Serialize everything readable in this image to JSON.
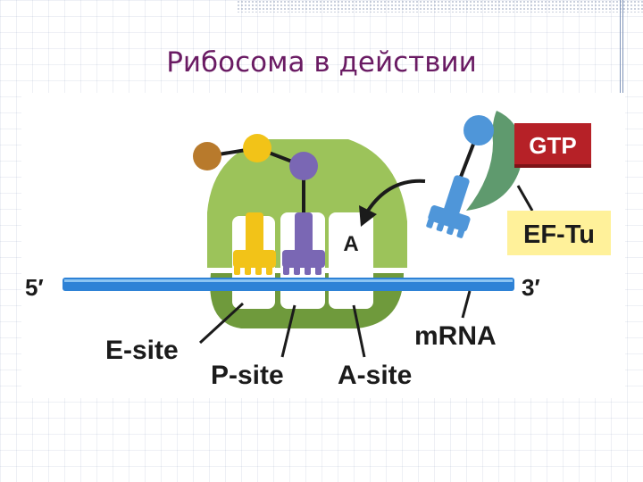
{
  "title": "Рибосома в действии",
  "diagram": {
    "strand_end_5": "5′",
    "strand_end_3": "3′",
    "mrna_label": "mRNA",
    "e_site_label": "E-site",
    "p_site_label": "P-site",
    "a_site_label": "A-site",
    "a_slot_label": "A",
    "gtp_label": "GTP",
    "eftu_label": "EF-Tu"
  },
  "colors": {
    "title": "#6a1b63",
    "ribosome_light": "#9cc35a",
    "ribosome_dark": "#6f9a3c",
    "mrna": "#2e82d6",
    "trna_yellow": "#f2c318",
    "trna_purple": "#7a67b4",
    "trna_blue": "#4f96d9",
    "amino_brown": "#b87a2c",
    "gtp_box": "#b62127",
    "eftu_box": "#fff19a",
    "eftu_protein": "#5f9a6e"
  }
}
